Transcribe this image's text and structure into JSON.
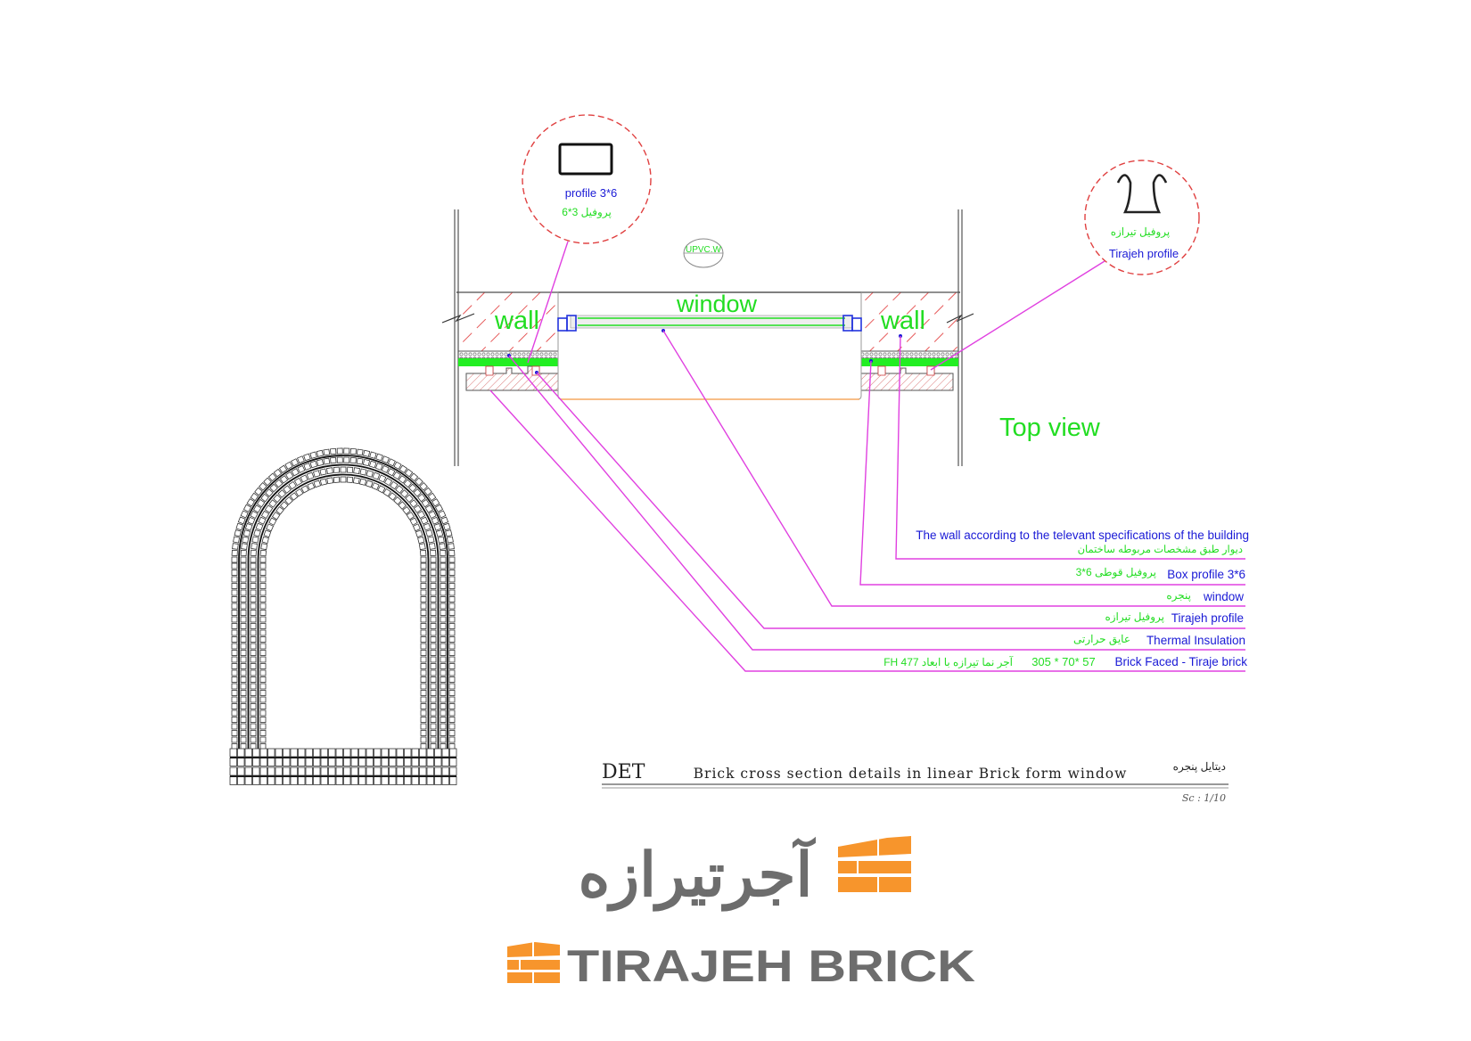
{
  "colors": {
    "leader": "#e040e0",
    "english_label": "#1a1ad6",
    "persian_label": "#22dd22",
    "wall_hatch": "#e03030",
    "logo_orange": "#f7952c",
    "logo_gray": "#6d6d6d"
  },
  "plan": {
    "wall_left_label": "wall",
    "wall_right_label": "wall",
    "window_label": "window",
    "upvc_tag": "UPVC.W",
    "view_title": "Top view"
  },
  "callouts": {
    "box_profile": {
      "en": "profile 3*6",
      "fa": "پروفیل 3*6"
    },
    "tirajeh_profile": {
      "fa": "پروفیل تیرازه",
      "en": "Tirajeh profile"
    }
  },
  "legend": [
    {
      "en": "The wall according to the televant specifications of the building",
      "fa": "دیوار طبق مشخصات مربوطه ساختمان"
    },
    {
      "en": "Box profile 3*6",
      "fa": "پروفیل قوطی 6*3"
    },
    {
      "en": "window",
      "fa": "پنجره"
    },
    {
      "en": "Tirajeh profile",
      "fa": "پروفیل تیرازه"
    },
    {
      "en": "Thermal Insulation",
      "fa": "عایق حرارتی"
    },
    {
      "en": "Brick Faced - Tiraje brick",
      "dims": "305 * 70* 57",
      "fa": "آجر نما تیرازه با ابعاد FH 477"
    }
  ],
  "title_block": {
    "code": "DET",
    "title": "Brick cross section details in linear Brick form window",
    "title_fa": "دیتایل پنجره",
    "scale": "Sc : 1/10"
  },
  "logo": {
    "fa": "آجرتیرازه",
    "en": "TIRAJEH BRICK"
  }
}
